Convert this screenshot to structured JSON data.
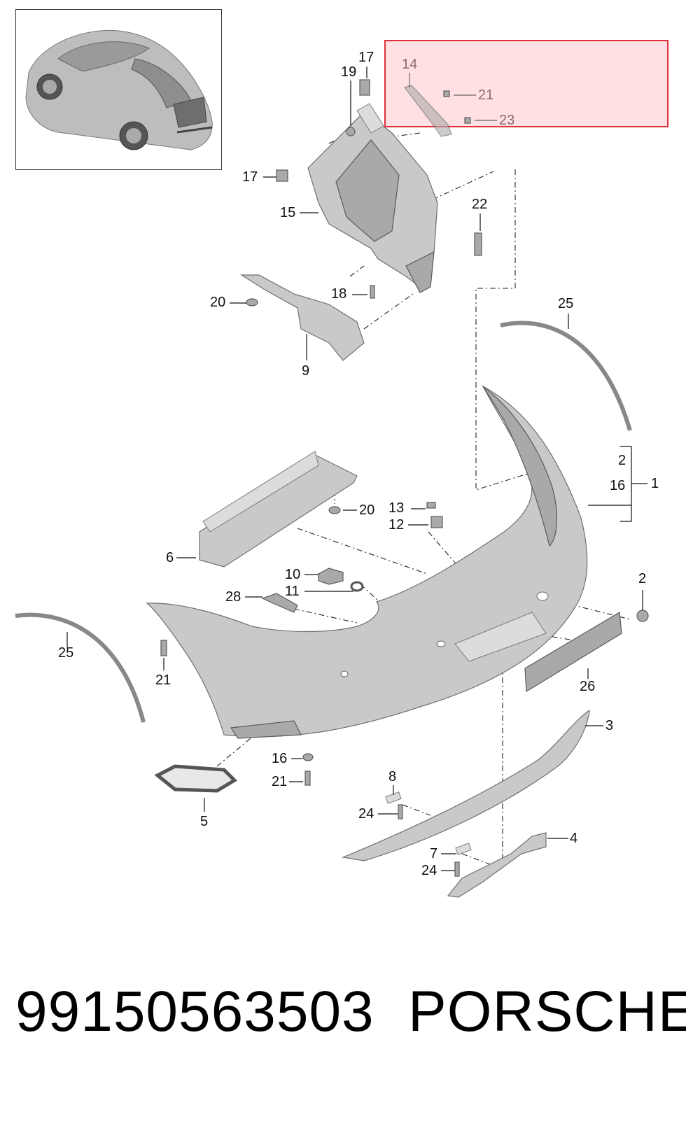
{
  "footer": {
    "part_number": "99150563503",
    "brand": "PORSCHE"
  },
  "thumbnail": {
    "icon": "car-thumbnail-icon"
  },
  "highlight": {
    "color": "#e0303a",
    "callouts": {
      "c14": "14",
      "c21": "21",
      "c23": "23"
    }
  },
  "callouts": {
    "c17a": "17",
    "c19": "19",
    "c17b": "17",
    "c15": "15",
    "c22": "22",
    "c18": "18",
    "c20a": "20",
    "c9": "9",
    "c25a": "25",
    "c2a": "2",
    "c16a": "16",
    "c1": "1",
    "c13": "13",
    "c12": "12",
    "c20b": "20",
    "c6": "6",
    "c10": "10",
    "c11": "11",
    "c28": "28",
    "c2b": "2",
    "c25b": "25",
    "c21a": "21",
    "c26": "26",
    "c3": "3",
    "c16b": "16",
    "c21b": "21",
    "c8": "8",
    "c24a": "24",
    "c5": "5",
    "c7": "7",
    "c24b": "24",
    "c4": "4"
  }
}
